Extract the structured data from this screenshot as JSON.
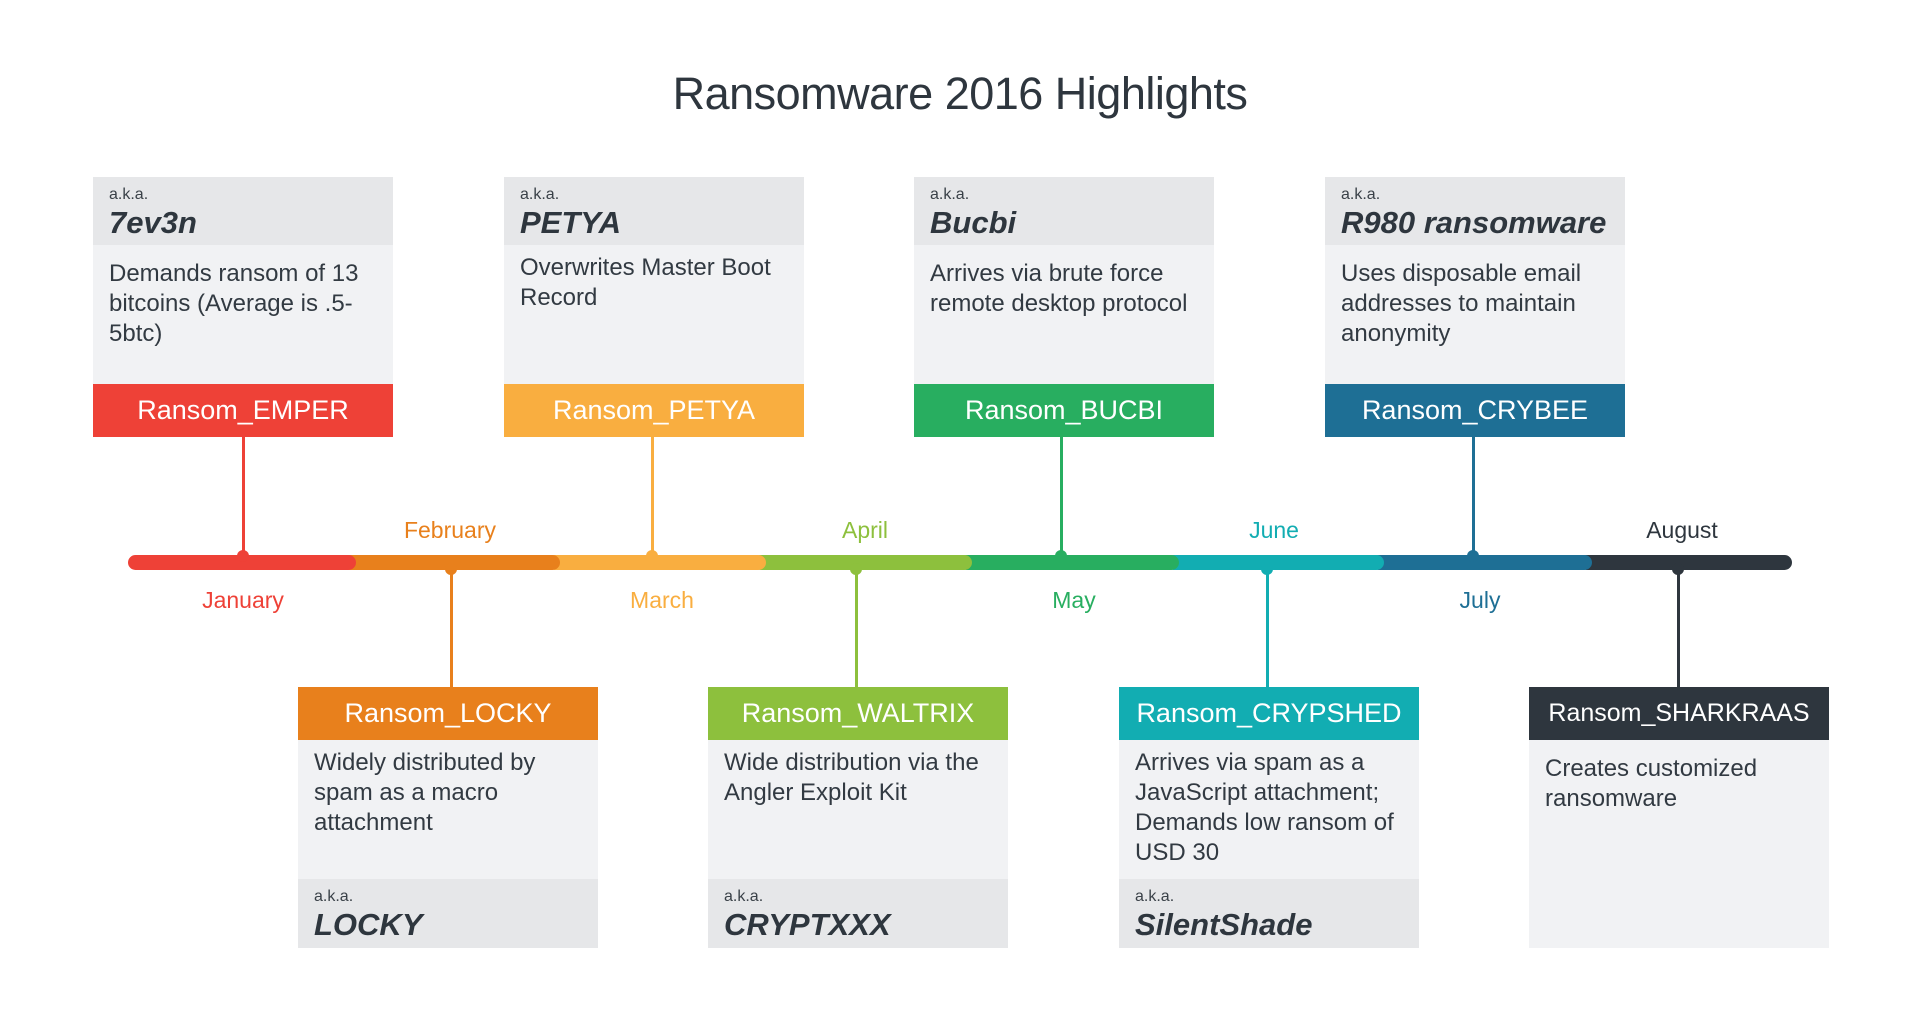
{
  "title": "Ransomware 2016 Highlights",
  "aka_label": "a.k.a.",
  "colors": {
    "january": "#ee4137",
    "february": "#e8801c",
    "march": "#f9ae40",
    "april": "#8dc03d",
    "may": "#28ae60",
    "june": "#12adb2",
    "july": "#1e6f95",
    "august": "#2e363e"
  },
  "months": [
    {
      "name": "January",
      "position": "below"
    },
    {
      "name": "February",
      "position": "above"
    },
    {
      "name": "March",
      "position": "below"
    },
    {
      "name": "April",
      "position": "above"
    },
    {
      "name": "May",
      "position": "below"
    },
    {
      "name": "June",
      "position": "above"
    },
    {
      "name": "July",
      "position": "below"
    },
    {
      "name": "August",
      "position": "above"
    }
  ],
  "entries": [
    {
      "month": "January",
      "name": "Ransom_EMPER",
      "description": "Demands ransom of 13 bitcoins (Average is .5-5btc)",
      "aka": "7ev3n"
    },
    {
      "month": "February",
      "name": "Ransom_LOCKY",
      "description": "Widely distributed by spam as a macro attachment",
      "aka": "LOCKY"
    },
    {
      "month": "March",
      "name": "Ransom_PETYA",
      "description": "Overwrites Master Boot Record",
      "aka": "PETYA"
    },
    {
      "month": "April",
      "name": "Ransom_WALTRIX",
      "description": "Wide distribution via the Angler Exploit Kit",
      "aka": "CRYPTXXX"
    },
    {
      "month": "May",
      "name": "Ransom_BUCBI",
      "description": "Arrives via brute force remote desktop protocol",
      "aka": "Bucbi"
    },
    {
      "month": "June",
      "name": "Ransom_CRYPSHED",
      "description": "Arrives via spam as a JavaScript attachment; Demands low ransom of USD 30",
      "aka": "SilentShade"
    },
    {
      "month": "July",
      "name": "Ransom_CRYBEE",
      "description": "Uses disposable email addresses to maintain anonymity",
      "aka": "R980 ransomware"
    },
    {
      "month": "August",
      "name": "Ransom_SHARKRAAS",
      "description": "Creates customized ransomware",
      "aka": null
    }
  ]
}
